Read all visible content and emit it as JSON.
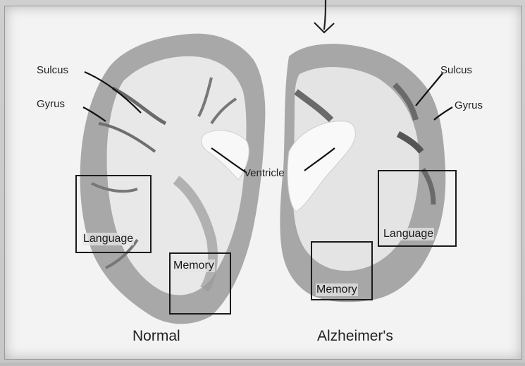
{
  "labels": {
    "sulcus_left": "Sulcus",
    "gyrus_left": "Gyrus",
    "sulcus_right": "Sulcus",
    "gyrus_right": "Gyrus",
    "ventricle": "Ventricle",
    "language_left": "Language",
    "memory_left": "Memory",
    "language_right": "Language",
    "memory_right": "Memory"
  },
  "captions": {
    "normal": "Normal",
    "alzheimers": "Alzheimer's"
  },
  "colors": {
    "white_matter": "#ececec",
    "gray_matter": "#a9a9a9",
    "dark_tissue": "#7c7c7c",
    "box_stroke": "#1b1b1b"
  }
}
